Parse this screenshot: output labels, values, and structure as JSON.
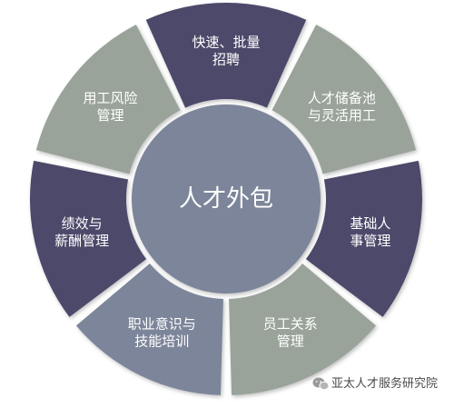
{
  "center": {
    "label": "人才外包",
    "fill": "#7b8599"
  },
  "segments": [
    {
      "lines": [
        "快速、批量",
        "招聘"
      ],
      "fill": "#4d4a6a"
    },
    {
      "lines": [
        "人才储备池",
        "与灵活用工"
      ],
      "fill": "#99a39a"
    },
    {
      "lines": [
        "基础人",
        "事管理"
      ],
      "fill": "#4d4a6a"
    },
    {
      "lines": [
        "员工关系",
        "管理"
      ],
      "fill": "#99a39a"
    },
    {
      "lines": [
        "职业意识与",
        "技能培训"
      ],
      "fill": "#7b8599"
    },
    {
      "lines": [
        "绩效与",
        "薪酬管理"
      ],
      "fill": "#4d4a6a"
    },
    {
      "lines": [
        "用工风险",
        "管理"
      ],
      "fill": "#99a39a"
    }
  ],
  "watermark": {
    "text": "亚太人才服务研究院",
    "icon": "wechat-icon"
  }
}
